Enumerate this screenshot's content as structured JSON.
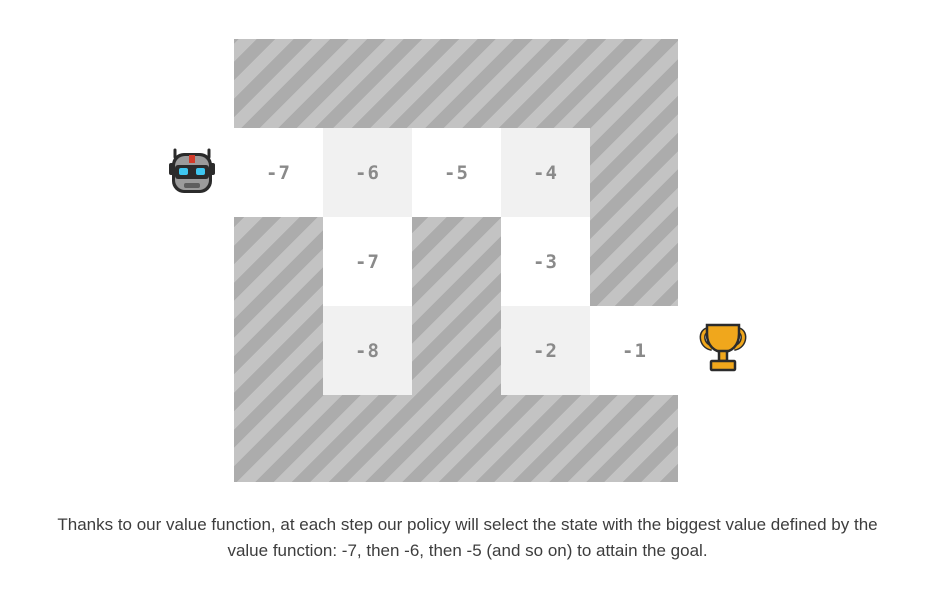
{
  "grid": {
    "cells": [
      {
        "row": 0,
        "col": 0,
        "value": "-7",
        "shade": "light"
      },
      {
        "row": 0,
        "col": 1,
        "value": "-6",
        "shade": "shade"
      },
      {
        "row": 0,
        "col": 2,
        "value": "-5",
        "shade": "light"
      },
      {
        "row": 0,
        "col": 3,
        "value": "-4",
        "shade": "shade"
      },
      {
        "row": 1,
        "col": 1,
        "value": "-7",
        "shade": "light"
      },
      {
        "row": 1,
        "col": 3,
        "value": "-3",
        "shade": "light"
      },
      {
        "row": 2,
        "col": 1,
        "value": "-8",
        "shade": "shade"
      },
      {
        "row": 2,
        "col": 3,
        "value": "-2",
        "shade": "shade"
      },
      {
        "row": 2,
        "col": 4,
        "value": "-1",
        "shade": "light"
      }
    ]
  },
  "agent": {
    "icon": "robot-icon"
  },
  "goal": {
    "icon": "trophy-icon"
  },
  "caption": {
    "line1": "Thanks to our value function, at each step our policy will select the state with the biggest value defined by the",
    "line2": "value function: -7, then -6, then -5 (and so on) to attain the goal."
  }
}
